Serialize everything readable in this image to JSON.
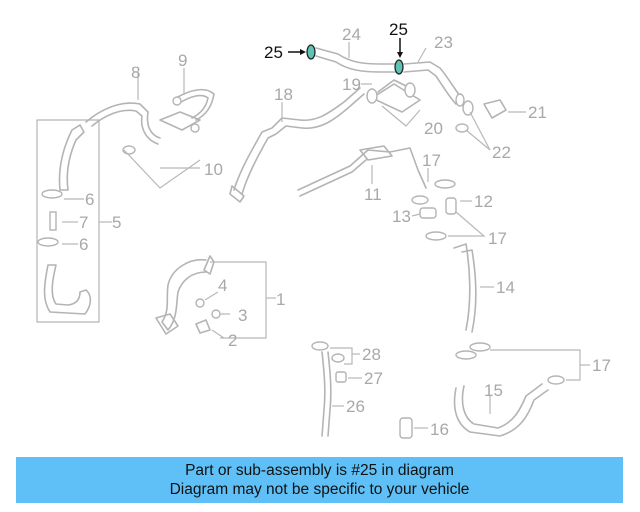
{
  "callouts": {
    "c1": "1",
    "c2": "2",
    "c3": "3",
    "c4": "4",
    "c5": "5",
    "c6a": "6",
    "c6b": "6",
    "c7": "7",
    "c8": "8",
    "c9": "9",
    "c10": "10",
    "c11": "11",
    "c12": "12",
    "c13": "13",
    "c14": "14",
    "c15": "15",
    "c16": "16",
    "c17a": "17",
    "c17b": "17",
    "c17c": "17",
    "c18": "18",
    "c19": "19",
    "c20": "20",
    "c21": "21",
    "c22": "22",
    "c23": "23",
    "c24": "24",
    "c25a": "25",
    "c25b": "25",
    "c26": "26",
    "c27": "27",
    "c28": "28"
  },
  "banner": {
    "line1": "Part or sub-assembly is #25 in diagram",
    "line2": "Diagram may not be specific to your vehicle",
    "color": "#5ec0f6"
  },
  "highlight": {
    "part_number": "25",
    "color": "#5ec2b4"
  }
}
